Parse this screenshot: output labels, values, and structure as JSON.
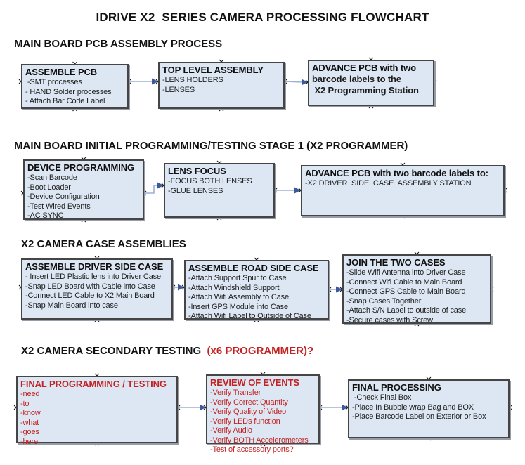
{
  "page": {
    "title": "IDRIVE X2  SERIES CAMERA PROCESSING FLOWCHART"
  },
  "colors": {
    "accent_red": "#c32222",
    "box_fill": "#dde7f3",
    "box_border": "#454545",
    "connector_line": "#9db1d4",
    "connector_arrow": "#3a5a9b",
    "connection_point": "#151515"
  },
  "sections": [
    {
      "header": "MAIN BOARD PCB ASSEMBLY PROCESS",
      "boxes": [
        {
          "title": "ASSEMBLE PCB",
          "lines": [
            " -SMT processes",
            "- HAND Solder processes",
            "- Attach Bar Code Label"
          ]
        },
        {
          "title": "TOP LEVEL ASSEMBLY",
          "lines": [
            "-LENS HOLDERS",
            "-LENSES"
          ]
        },
        {
          "title": "ADVANCE PCB with two",
          "bold_lines": true,
          "lines": [
            "barcode labels to the",
            " X2 Programming Station"
          ]
        }
      ]
    },
    {
      "header": "MAIN BOARD INITIAL PROGRAMMING/TESTING STAGE 1 (X2 PROGRAMMER)",
      "boxes": [
        {
          "title": "DEVICE PROGRAMMING",
          "lines": [
            "-Scan Barcode",
            "-Boot Loader",
            "-Device Configuration",
            "-Test Wired Events",
            "-AC SYNC"
          ]
        },
        {
          "title": "LENS FOCUS",
          "lines": [
            "-FOCUS BOTH LENSES",
            "-GLUE LENSES"
          ]
        },
        {
          "title": "ADVANCE PCB with two barcode labels to:",
          "lines": [
            "-X2 DRIVER  SIDE  CASE  ASSEMBLY STATION"
          ]
        }
      ]
    },
    {
      "header": "X2 CAMERA CASE ASSEMBLIES",
      "boxes": [
        {
          "title": "ASSEMBLE DRIVER SIDE CASE",
          "lines": [
            "- Insert LED Plastic lens into Driver Case",
            "-Snap LED Board with Cable into Case",
            "-Connect LED Cable to X2 Main Board",
            "-Snap Main Board into case"
          ]
        },
        {
          "title": "ASSEMBLE ROAD SIDE CASE",
          "lines": [
            "-Attach Support Spur to Case",
            "-Attach Windshield Support",
            "-Attach Wifi Assembly to Case",
            "-Insert GPS Module into Case",
            "-Attach Wifi Label to Outside of Case"
          ]
        },
        {
          "title": "JOIN THE TWO CASES",
          "lines": [
            "-Slide Wifi Antenna into Driver Case",
            "-Connect Wifi Cable to Main Board",
            "-Connect GPS Cable to Main Board",
            "-Snap Cases Together",
            "-Attach S/N Label to outside of case",
            "-Secure cases with Screw"
          ]
        }
      ]
    },
    {
      "header": "X2 CAMERA SECONDARY TESTING  ",
      "header_suffix": "(x6 PROGRAMMER)?",
      "boxes": [
        {
          "title": "FINAL PROGRAMMING / TESTING",
          "red": true,
          "lines": [
            "-need",
            "-to",
            "-know",
            "-what",
            "-goes",
            "-here"
          ]
        },
        {
          "title": "REVIEW OF EVENTS",
          "red": true,
          "lines": [
            "-Verify Transfer",
            "-Verify Correct Quantity",
            "-Verify Quality of Video",
            "-Verify LEDs function",
            "-Verify Audio",
            "-Verify BOTH Accelerometers",
            "-Test of accessory ports?"
          ]
        },
        {
          "title": "FINAL PROCESSING",
          "lines": [
            " -Check Final Box",
            "-Place In Bubble wrap Bag and BOX",
            "-Place Barcode Label on Exterior or Box"
          ]
        }
      ]
    }
  ]
}
